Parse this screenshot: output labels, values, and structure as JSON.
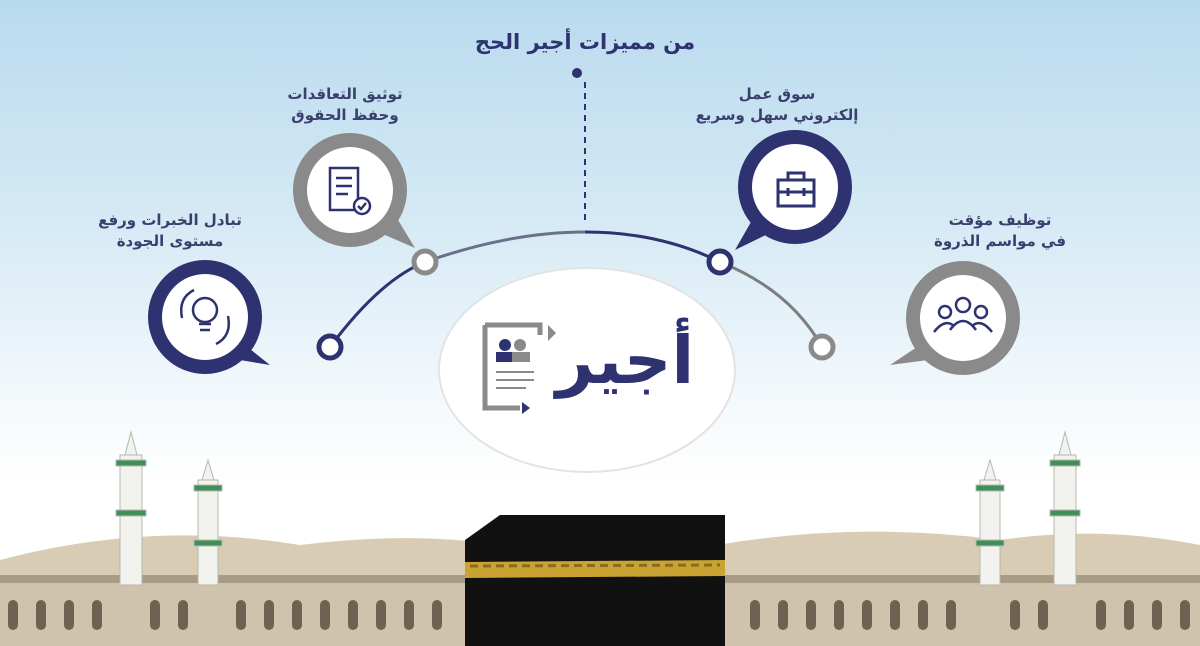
{
  "title": "من مميزات أجير الحج",
  "features": [
    {
      "line1": "توثيق التعاقدات",
      "line2": "وحفظ الحقوق",
      "icon": "document-check-icon"
    },
    {
      "line1": "سوق عمل",
      "line2": "إلكتروني سهل وسريع",
      "icon": "briefcase-icon"
    },
    {
      "line1": "تبادل الخبرات ورفع",
      "line2": "مستوى الجودة",
      "icon": "lightbulb-icon"
    },
    {
      "line1": "توظيف مؤقت",
      "line2": "في مواسم الذروة",
      "icon": "team-icon"
    }
  ],
  "logo": "أجير",
  "colors": {
    "navy": "#2e3270",
    "grey": "#8a8a8a",
    "sky": "#b9daee"
  }
}
